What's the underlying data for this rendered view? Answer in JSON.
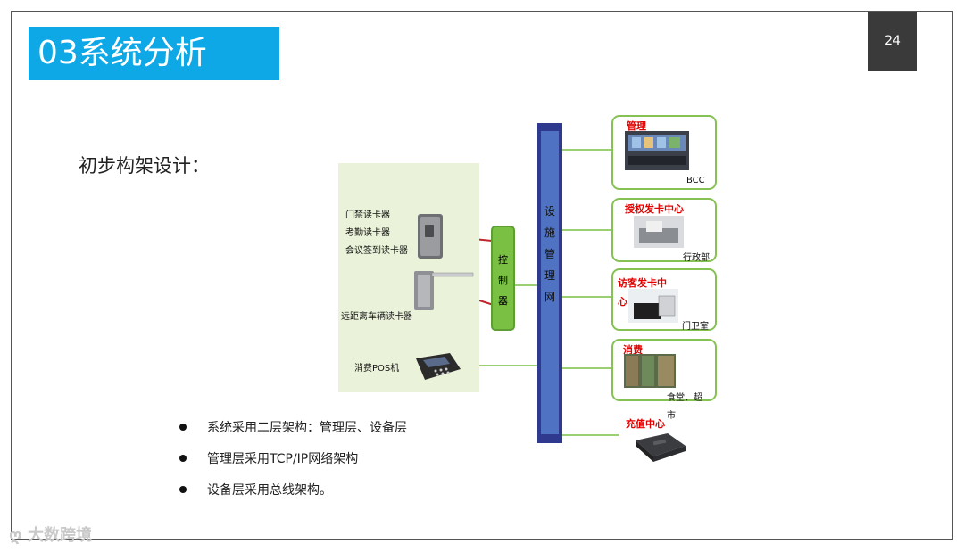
{
  "page_number": "24",
  "title": "03系统分析",
  "subtitle": "初步构架设计：",
  "devices": {
    "door_reader": "门禁读卡器",
    "attendance_reader": "考勤读卡器",
    "meeting_reader": "会议签到读卡器",
    "vehicle_reader": "远距离车辆读卡器",
    "pos": "消费POS机"
  },
  "controller_label": [
    "控",
    "制",
    "器"
  ],
  "network_label": [
    "设",
    "施",
    "管",
    "理",
    "网"
  ],
  "nodes": {
    "management": {
      "title": "管理",
      "sub": "BCC"
    },
    "auth_card": {
      "title": "授权发卡中心",
      "sub": "行政部"
    },
    "visitor_card": {
      "title_line1": "访客发卡中",
      "title_line2": "心",
      "sub": "门卫室"
    },
    "consume": {
      "title": "消费",
      "sub_line1": "食堂、超",
      "sub_line2": "市"
    },
    "recharge": {
      "title": "充值中心"
    }
  },
  "bullets": [
    "系统采用二层架构：管理层、设备层",
    "管理层采用TCP/IP网络架构",
    "设备层采用总线架构。"
  ],
  "watermark": "大数跨境",
  "colors": {
    "title_bar": "#0ea8e6",
    "network": "#2f3a8f",
    "controller": "#7ac143",
    "box_border": "#86c154",
    "red_text": "#e10000"
  }
}
